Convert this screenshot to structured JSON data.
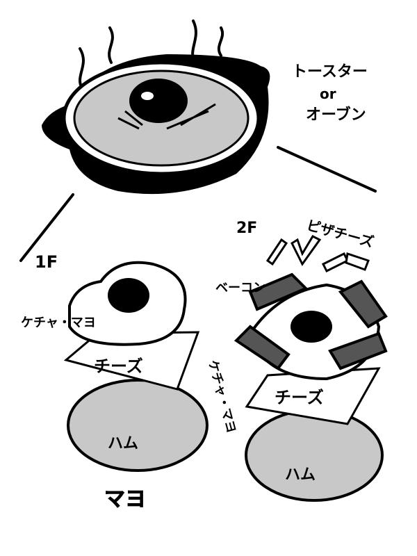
{
  "colors": {
    "ink": "#000000",
    "gray": "#c8c8c8",
    "paper": "#ffffff"
  },
  "top": {
    "label_line1": "トースター",
    "label_or": "or",
    "label_line2": "オーブン"
  },
  "floor1": {
    "floor_label": "1F",
    "sauce_label": "ケチャ・マヨ",
    "cheese_label": "チーズ",
    "ham_label": "ハム",
    "mayo_label": "マヨ"
  },
  "floor2": {
    "floor_label": "2F",
    "pizza_cheese_label": "ピザチーズ",
    "bacon_label": "ベーコン",
    "sauce_label": "ケチャ・マヨ",
    "cheese_label": "チーズ",
    "ham_label": "ハム"
  }
}
